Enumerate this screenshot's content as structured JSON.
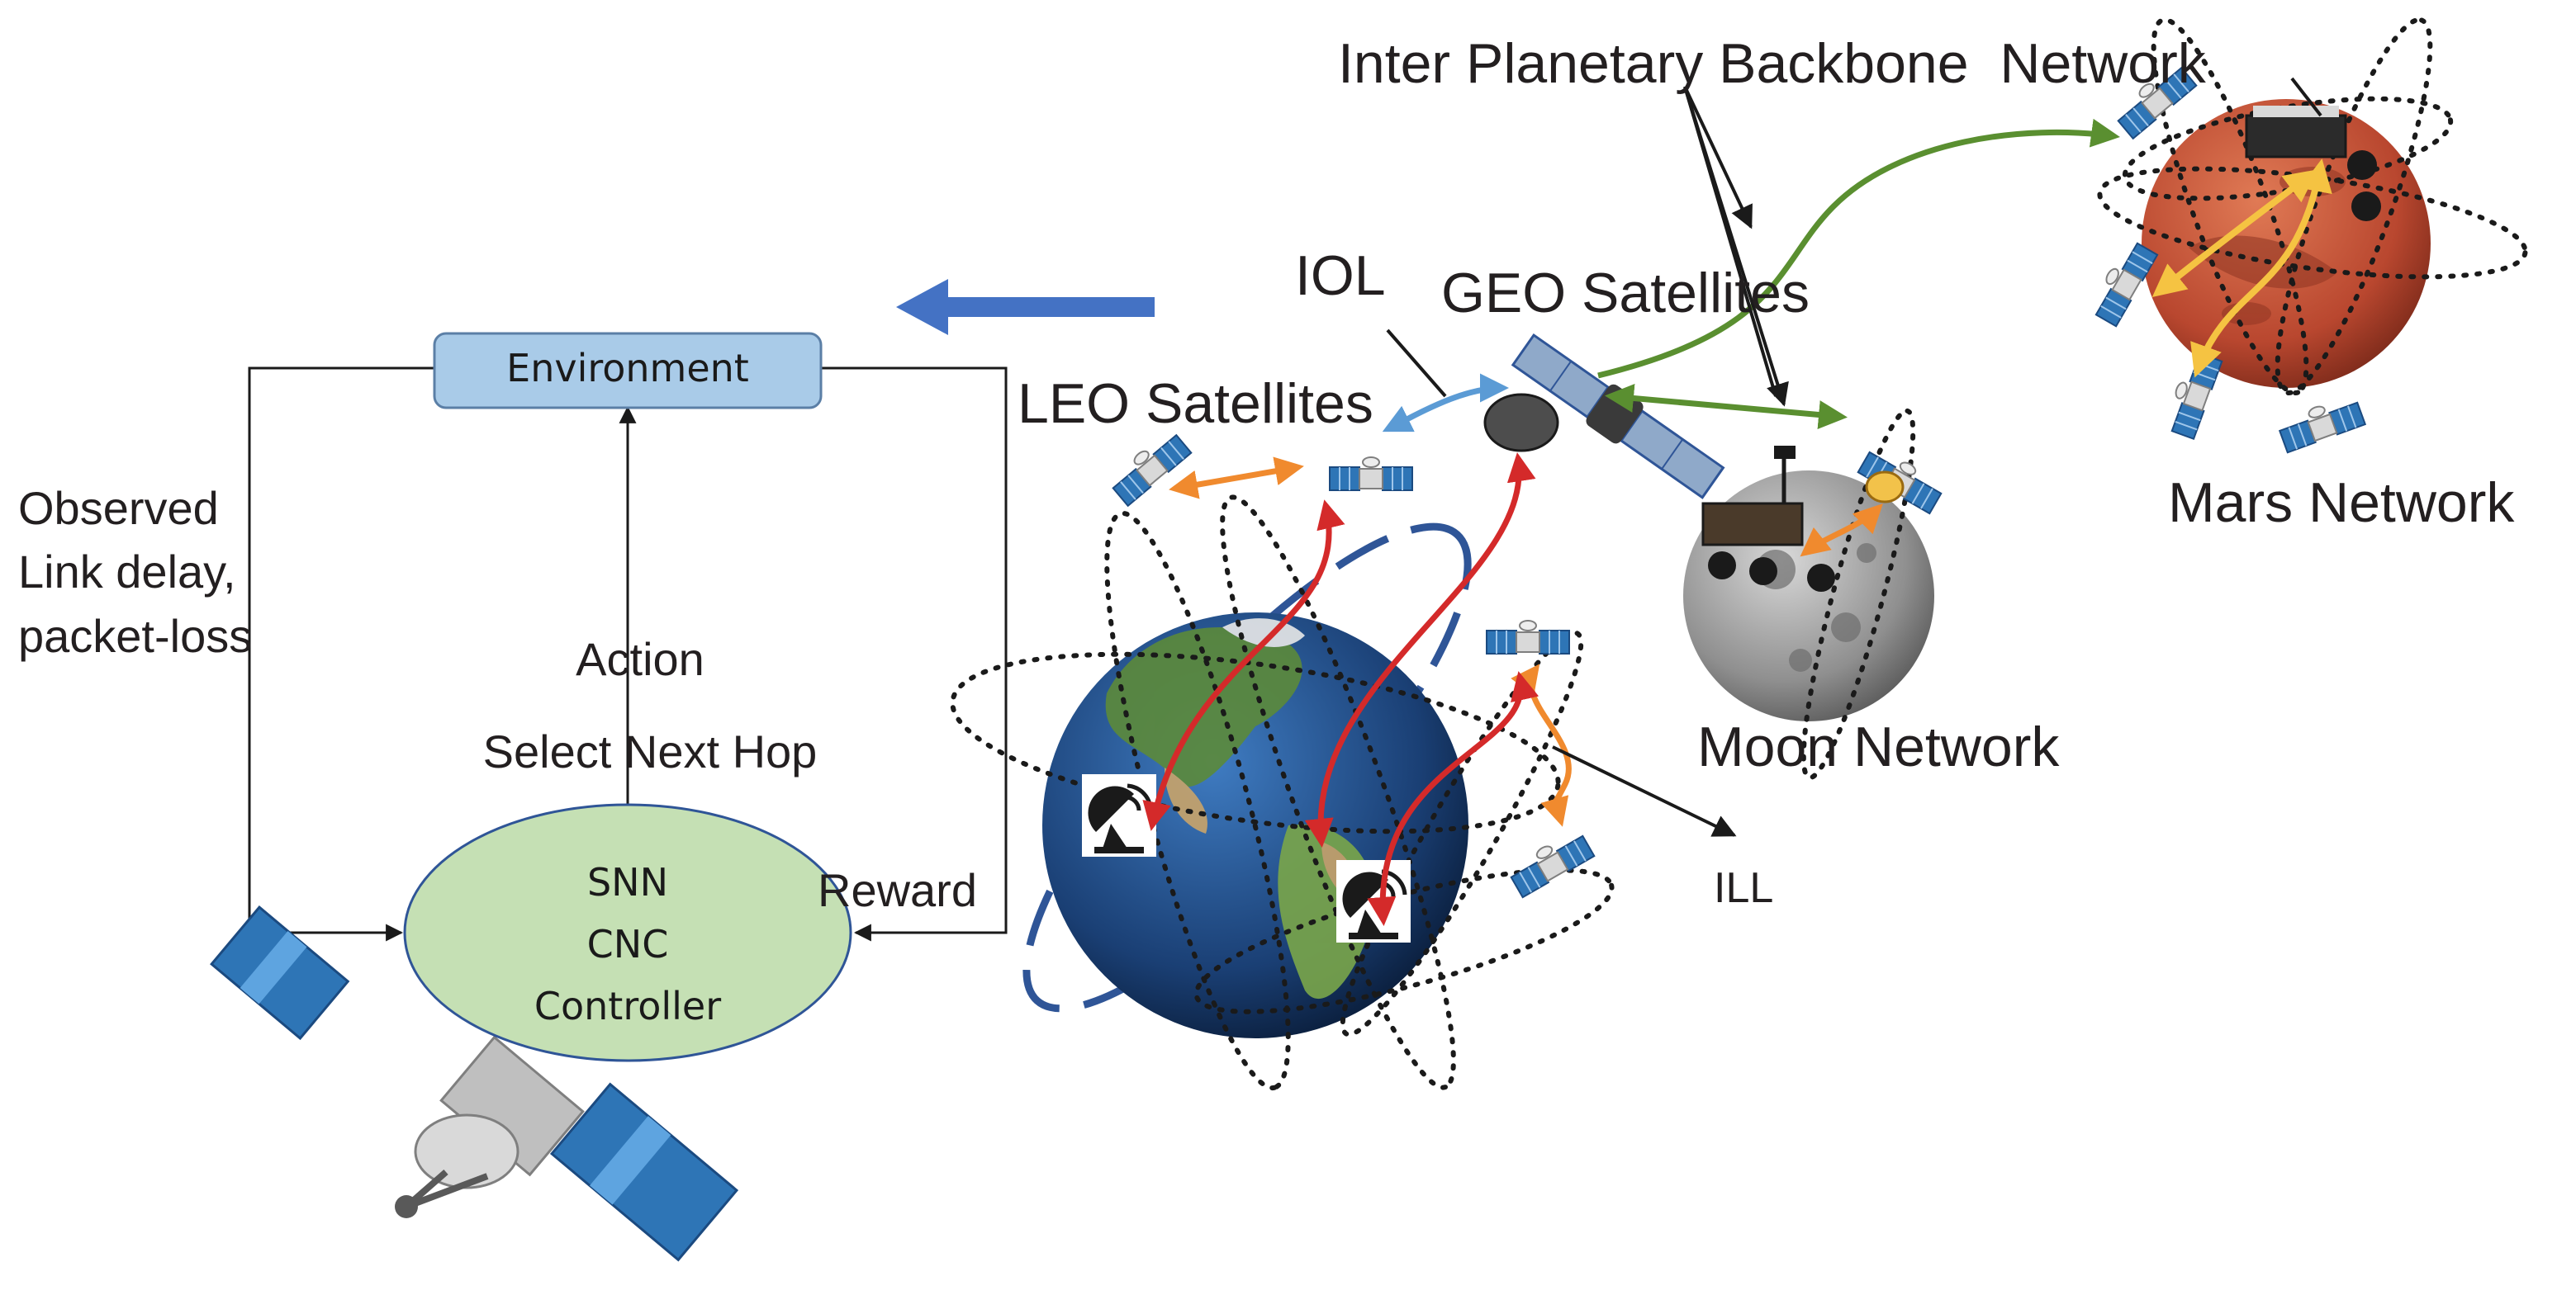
{
  "labels": {
    "environment": "Environment",
    "observed_line1": "Observed",
    "observed_line2": "Link delay,",
    "observed_line3": "packet-loss",
    "action": "Action",
    "select_next_hop": "Select Next Hop",
    "reward": "Reward",
    "controller_line1": "SNN",
    "controller_line2": "CNC",
    "controller_line3": "Controller",
    "leo_satellites": "LEO Satellites",
    "iol": "IOL",
    "geo_satellites": "GEO Satellites",
    "backbone": "Inter Planetary Backbone  Network",
    "mars_network": "Mars Network",
    "moon_network": "Moon Network",
    "ill": "ILL"
  },
  "colors": {
    "environment_fill": "#a9cbe8",
    "environment_stroke": "#5b7fa6",
    "controller_fill": "#c5e0b4",
    "controller_stroke": "#2f5597",
    "big_arrow": "#4472c4",
    "earth_ocean": "#1f4e8c",
    "earth_land": "#5c8a3a",
    "moon": "#9a9a9a",
    "mars": "#c0533a",
    "orbit_dotted": "#1a1a1a",
    "orbit_dashed": "#2f5597",
    "link_red": "#d42a2a",
    "link_orange": "#f08a2e",
    "link_green": "#5a8f30",
    "link_yellow": "#f5c342",
    "link_lightblue": "#5b9bd5",
    "solar_panel": "#2e75b6"
  },
  "icons": [
    "satellite-icon",
    "ground-station-icon",
    "rover-icon",
    "earth-icon",
    "moon-icon",
    "mars-icon"
  ]
}
